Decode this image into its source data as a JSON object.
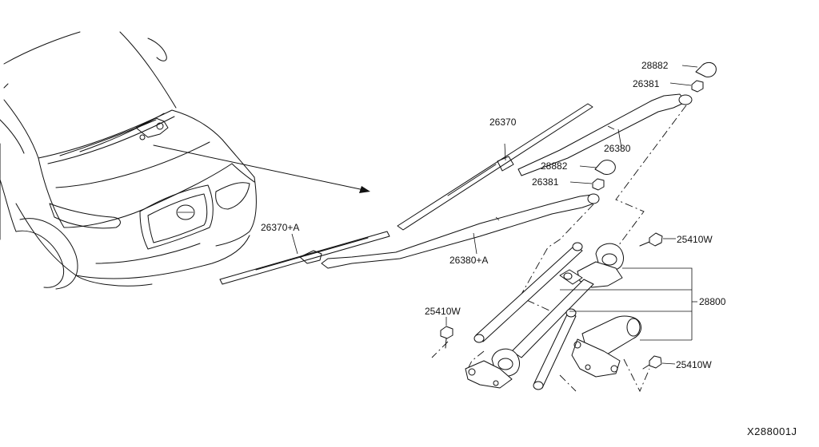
{
  "diagram": {
    "part_labels": {
      "cap_upper": "28882",
      "nut_upper": "26381",
      "blade_rh": "26370",
      "arm_rh": "26380",
      "cap_lower": "28882",
      "nut_lower": "26381",
      "blade_lh": "26370+A",
      "arm_lh": "26380+A",
      "bolt_right_upper": "25410W",
      "bolt_left": "25410W",
      "bolt_right_lower": "25410W",
      "motor_linkage": "28800"
    },
    "figure_code": "X288001J"
  }
}
